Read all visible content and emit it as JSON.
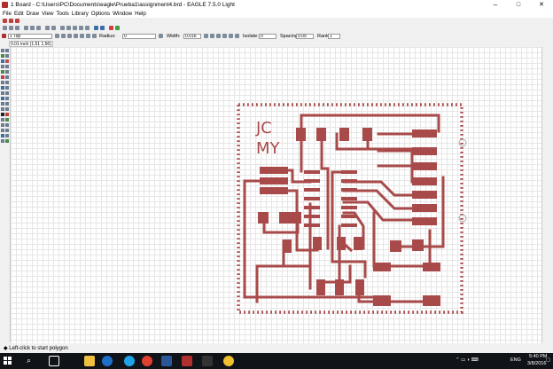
{
  "window": {
    "title": "1 Board - C:\\Users\\PC\\Documents\\eagle\\Prueba1\\assignment4.brd - EAGLE 7.5.0 Light",
    "minimize": "–",
    "maximize": "□",
    "close": "✕"
  },
  "menu": [
    "File",
    "Edit",
    "Draw",
    "View",
    "Tools",
    "Library",
    "Options",
    "Window",
    "Help"
  ],
  "params": {
    "layer": "1 Top",
    "radius_label": "Radius:",
    "radius_value": "0",
    "width_label": "Width:",
    "width_value": "0.016",
    "isolate_label": "Isolate:",
    "isolate_value": "0",
    "spacing_label": "Spacing:",
    "spacing_value": "0.05",
    "rank_label": "Rank:",
    "rank_value": "1"
  },
  "coordinates": "0.01 inch (1.51 1.56)",
  "board": {
    "text_line1": "JC",
    "text_line2": "MY",
    "copper_color": "#a94a4a"
  },
  "status": "Left-click to start polygon",
  "taskbar": {
    "language": "ENG",
    "time": "5:40 PM",
    "date": "3/8/2016"
  }
}
